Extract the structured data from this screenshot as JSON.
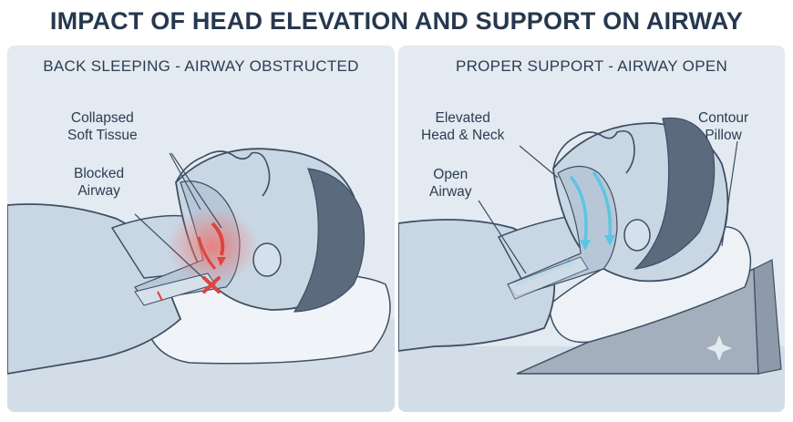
{
  "title": "IMPACT OF HEAD ELEVATION AND SUPPORT ON AIRWAY",
  "left_panel": {
    "heading": "BACK SLEEPING - AIRWAY OBSTRUCTED",
    "label_collapsed": "Collapsed\nSoft Tissue",
    "label_blocked": "Blocked\nAirway"
  },
  "right_panel": {
    "heading": "PROPER SUPPORT - AIRWAY OPEN",
    "label_elevated": "Elevated\nHead & Neck",
    "label_open": "Open\nAirway",
    "label_pillow": "Contour\nPillow"
  },
  "colors": {
    "title": "#26384f",
    "panel_bg": "#e3eaf1",
    "skin": "#c9d7e4",
    "outline": "#3e4f63",
    "hair": "#5b6a7d",
    "obstruction_red": "#e0433e",
    "airflow_cyan": "#5cc6e2",
    "pillow": "#eef2f7",
    "wedge": "#a3afbd"
  }
}
